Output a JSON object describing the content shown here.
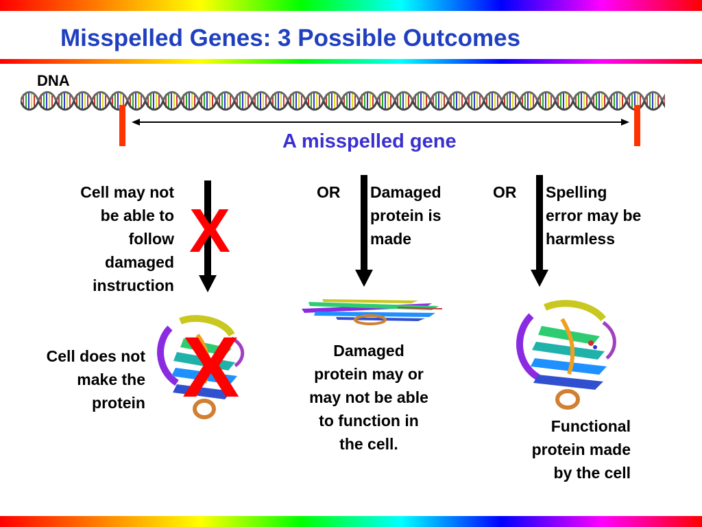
{
  "title": "Misspelled Genes: 3 Possible Outcomes",
  "dna_label": "DNA",
  "gene_label": "A misspelled gene",
  "or_labels": [
    "OR",
    "OR"
  ],
  "outcomes": [
    {
      "top_text": "Cell may not\nbe able to\nfollow\ndamaged\ninstruction",
      "bottom_text": "Cell does not\nmake the\nprotein",
      "mark": "X"
    },
    {
      "top_text": "Damaged\nprotein is\nmade",
      "bottom_text": "Damaged\nprotein may or\nmay not be able\nto function in\nthe cell."
    },
    {
      "top_text": "Spelling\nerror may be\nharmless",
      "bottom_text": "Functional\nprotein made\nby the cell"
    }
  ],
  "colors": {
    "title": "#1f3fbf",
    "gene_label": "#3a2fd0",
    "marker": "#ff3300",
    "x_mark": "#ff0000"
  },
  "icons": [
    "dna-double-helix",
    "protein-ribbon-structure"
  ]
}
